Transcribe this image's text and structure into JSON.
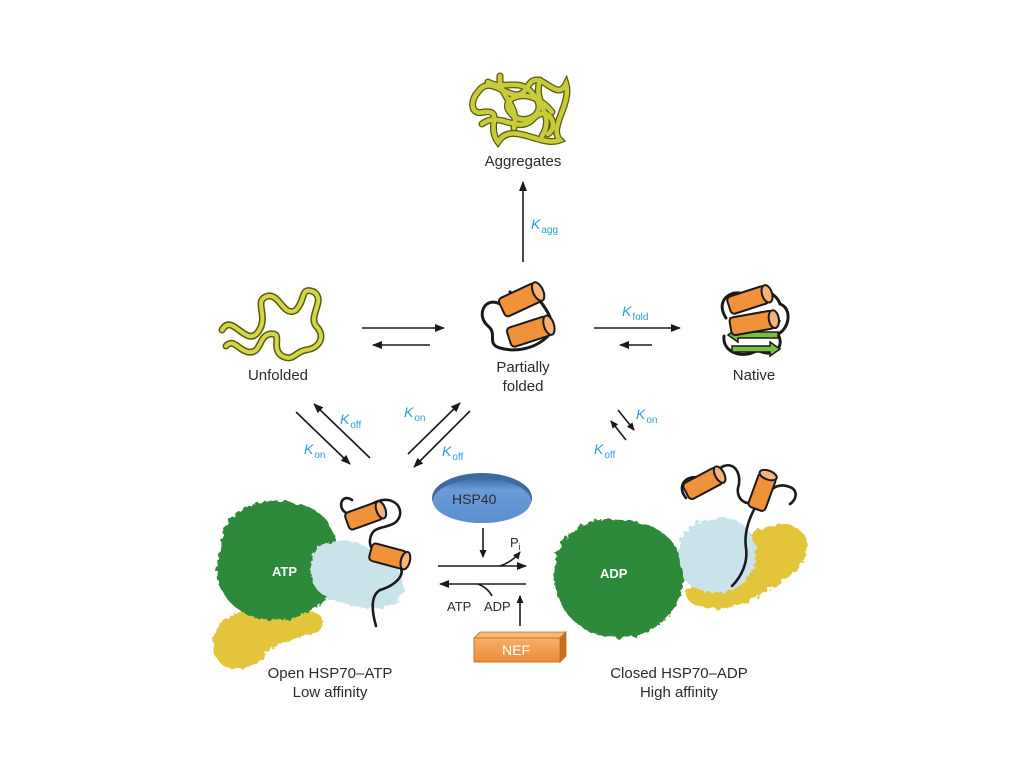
{
  "title": "",
  "states": {
    "aggregates": "Aggregates",
    "unfolded": "Unfolded",
    "partially_folded_line1": "Partially",
    "partially_folded_line2": "folded",
    "native": "Native"
  },
  "rates": {
    "k_symbol": "K",
    "agg_sub": "agg",
    "fold_sub": "fold",
    "on_sub": "on",
    "off_sub": "off"
  },
  "factors": {
    "hsp40": "HSP40",
    "nef": "NEF"
  },
  "nucleotides": {
    "atp": "ATP",
    "adp": "ADP",
    "pi_base": "P",
    "pi_sub": "i"
  },
  "chaperone": {
    "open_line1": "Open HSP70–ATP",
    "open_line2": "Low affinity",
    "closed_line1": "Closed HSP70–ADP",
    "closed_line2": "High affinity"
  },
  "colors": {
    "rate_label": "#2a9fd4",
    "helix": "#f0923a",
    "strand": "#78c043",
    "aggregate": "#c8cc3a",
    "nbd_green": "#2f8a3a",
    "sbd_lightblue": "#c9e3ea",
    "lid_yellow": "#e3c53a",
    "hsp40_blue": "#5b8fcf",
    "nef_orange": "#f29a4a",
    "arrow": "#1a1a1a"
  },
  "icons": {
    "helix": "cylinder-helix-icon",
    "strand": "beta-strand-arrow-icon",
    "aggregate": "tangled-aggregate-icon",
    "protein_surface": "protein-surface-icon"
  }
}
